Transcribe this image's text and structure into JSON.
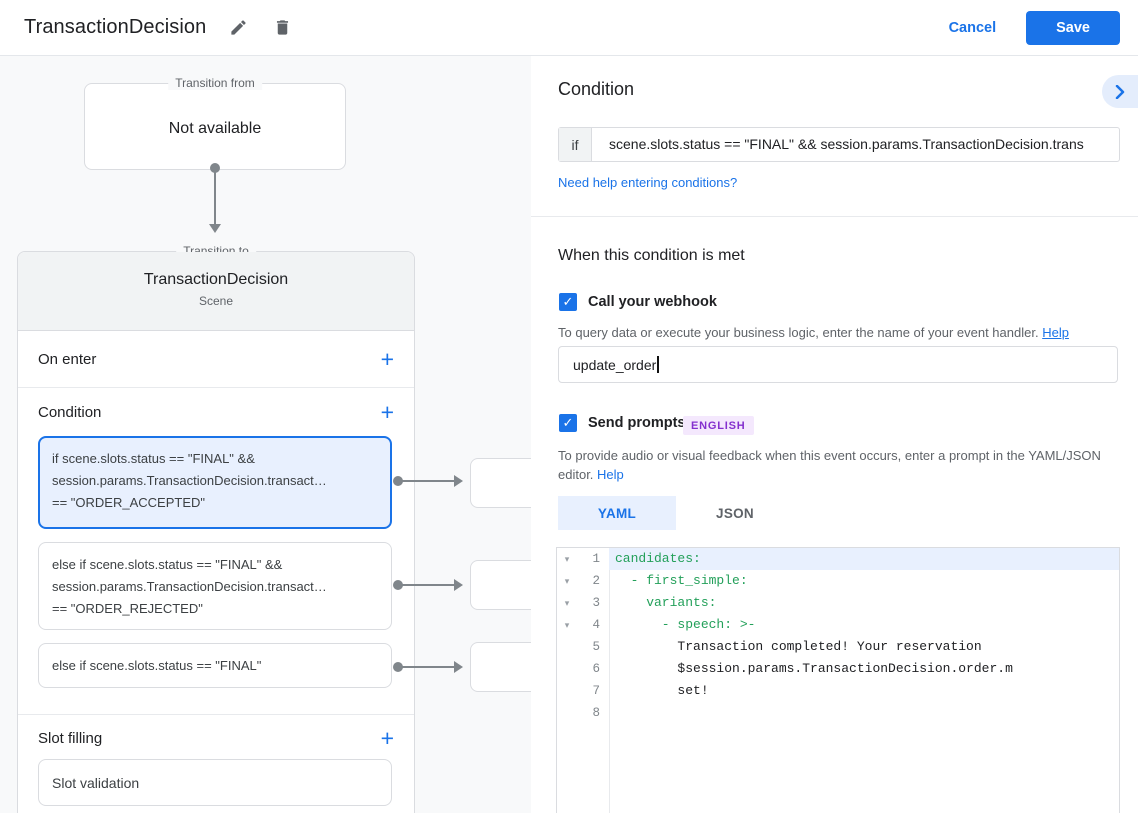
{
  "glyphs": {
    "plus": "+",
    "check": "✓",
    "fold": "▾"
  },
  "colors": {
    "accent": "#1a73e8",
    "selected_card_bg": "#e8f0fe",
    "yaml_key_green": "#23a05a",
    "badge_purple": "#8430ce",
    "canvas_bg": "#f8f9fa"
  },
  "topbar": {
    "title": "TransactionDecision",
    "cancel_label": "Cancel",
    "save_label": "Save"
  },
  "canvas": {
    "transition_from": {
      "label": "Transition from",
      "value": "Not available"
    },
    "transition_to": {
      "label": "Transition to",
      "title": "TransactionDecision",
      "subtitle": "Scene"
    },
    "sections": {
      "on_enter": "On enter",
      "condition": "Condition",
      "slot_filling": "Slot filling",
      "slot_validation": "Slot validation"
    },
    "condition_cards": [
      {
        "selected": true,
        "lines": [
          "if scene.slots.status == \"FINAL\" &&",
          "session.params.TransactionDecision.transact…",
          "== \"ORDER_ACCEPTED\""
        ]
      },
      {
        "selected": false,
        "lines": [
          "else if scene.slots.status == \"FINAL\" &&",
          "session.params.TransactionDecision.transact…",
          "== \"ORDER_REJECTED\""
        ]
      },
      {
        "selected": false,
        "lines": [
          "else if scene.slots.status == \"FINAL\""
        ]
      }
    ]
  },
  "panel": {
    "heading": "Condition",
    "if_label": "if",
    "if_value": "scene.slots.status == \"FINAL\" && session.params.TransactionDecision.trans",
    "help_link": "Need help entering conditions?",
    "when_heading": "When this condition is met",
    "webhook": {
      "label": "Call your webhook",
      "helper": "To query data or execute your business logic, enter the name of your event handler.",
      "helper_link": "Help",
      "value": "update_order"
    },
    "prompts": {
      "label": "Send prompts",
      "badge": "ENGLISH",
      "helper": "To provide audio or visual feedback when this event occurs, enter a prompt in the YAML/JSON editor.",
      "helper_link": "Help",
      "tabs": [
        {
          "label": "YAML",
          "active": true
        },
        {
          "label": "JSON",
          "active": false
        }
      ]
    },
    "editor": {
      "lines": [
        {
          "num": "1",
          "text": "candidates:",
          "is_key": true,
          "fold_icon": "▾",
          "active": true
        },
        {
          "num": "2",
          "text": "  - first_simple:",
          "is_key": true,
          "fold_icon": "▾"
        },
        {
          "num": "3",
          "text": "    variants:",
          "is_key": true,
          "fold_icon": "▾"
        },
        {
          "num": "4",
          "text": "      - speech: >-",
          "is_key": true,
          "fold_icon": "▾"
        },
        {
          "num": "5",
          "text": "        Transaction completed! Your reservation",
          "is_key": false
        },
        {
          "num": "6",
          "text": "        $session.params.TransactionDecision.order.m",
          "is_key": false
        },
        {
          "num": "7",
          "text": "        set!",
          "is_key": false
        },
        {
          "num": "8",
          "text": "",
          "is_key": false
        }
      ]
    }
  }
}
